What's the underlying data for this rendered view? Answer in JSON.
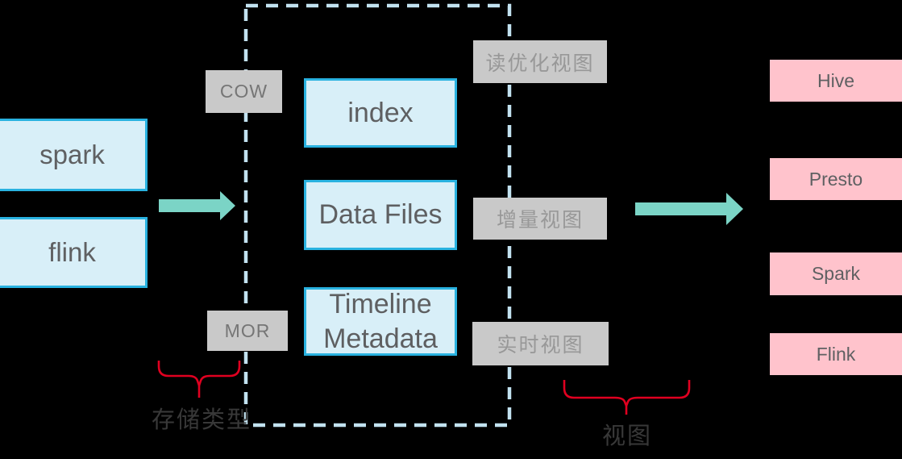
{
  "sources": [
    {
      "label": "spark"
    },
    {
      "label": "flink"
    }
  ],
  "storage_types": {
    "cow": "COW",
    "mor": "MOR",
    "brace_label": "存储类型"
  },
  "components": [
    {
      "label": "index"
    },
    {
      "label": "Data Files"
    },
    {
      "label": "Timeline Metadata"
    }
  ],
  "views": {
    "items": [
      {
        "label": "读优化视图"
      },
      {
        "label": "增量视图"
      },
      {
        "label": "实时视图"
      }
    ],
    "brace_label": "视图"
  },
  "consumers": [
    {
      "label": "Hive"
    },
    {
      "label": "Presto"
    },
    {
      "label": "Spark"
    },
    {
      "label": "Flink"
    }
  ],
  "colors": {
    "background": "#000000",
    "box_fill": "#d8eff8",
    "box_border": "#29b2e0",
    "gray_label_bg": "#c9c9c9",
    "pink_bg": "#ffc3cc",
    "arrow": "#7bd4c6",
    "dashed_border": "#c2e2f0",
    "brace_red": "#e00020",
    "text_dark": "#5f6062"
  }
}
